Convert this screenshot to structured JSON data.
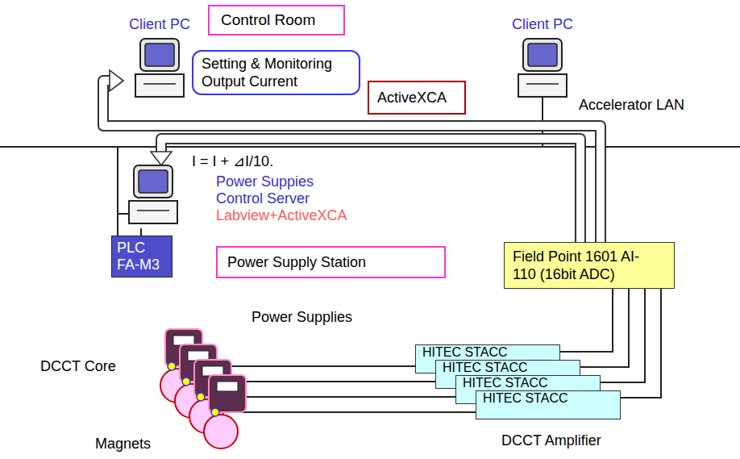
{
  "diagram": {
    "nodes": [
      {
        "text": [
          "Control Room"
        ]
      },
      {
        "text": [
          "Client PC"
        ]
      },
      {
        "text": [
          "Setting & Monitoring Output Current"
        ]
      },
      {
        "text": [
          "ActiveXCA"
        ]
      },
      {
        "text": [
          "Client PC"
        ]
      },
      {
        "text": [
          "Power Suppies Control Server",
          "Labview+ActiveXCA"
        ]
      },
      {
        "text": [
          "PLC FA-M3"
        ]
      },
      {
        "text": [
          "Power Supply Station"
        ]
      },
      {
        "text": [
          "Field Point 1601 AI-110 (16bit ADC)"
        ]
      },
      {
        "text": [
          "HITEC STACC"
        ]
      },
      {
        "text": [
          "HITEC STACC"
        ]
      },
      {
        "text": [
          "HITEC STACC"
        ]
      },
      {
        "text": [
          "HITEC STACC"
        ]
      }
    ],
    "edges": [
      {
        "from": 8,
        "to": 5,
        "arrow": "to"
      },
      {
        "from": 8,
        "to": 1,
        "arrow": "to"
      },
      {
        "from": 6,
        "to": 5,
        "arrow": "none"
      },
      {
        "from": 9,
        "to": 8,
        "arrow": "none"
      },
      {
        "from": 10,
        "to": 8,
        "arrow": "none"
      },
      {
        "from": 11,
        "to": 8,
        "arrow": "none"
      },
      {
        "from": 12,
        "to": 8,
        "arrow": "none"
      }
    ],
    "labels": [
      "Accelerator LAN",
      "I = I + ⊿I/10.",
      "Power Supplies",
      "DCCT Core",
      "Magnets",
      "DCCT Amplifier"
    ]
  }
}
